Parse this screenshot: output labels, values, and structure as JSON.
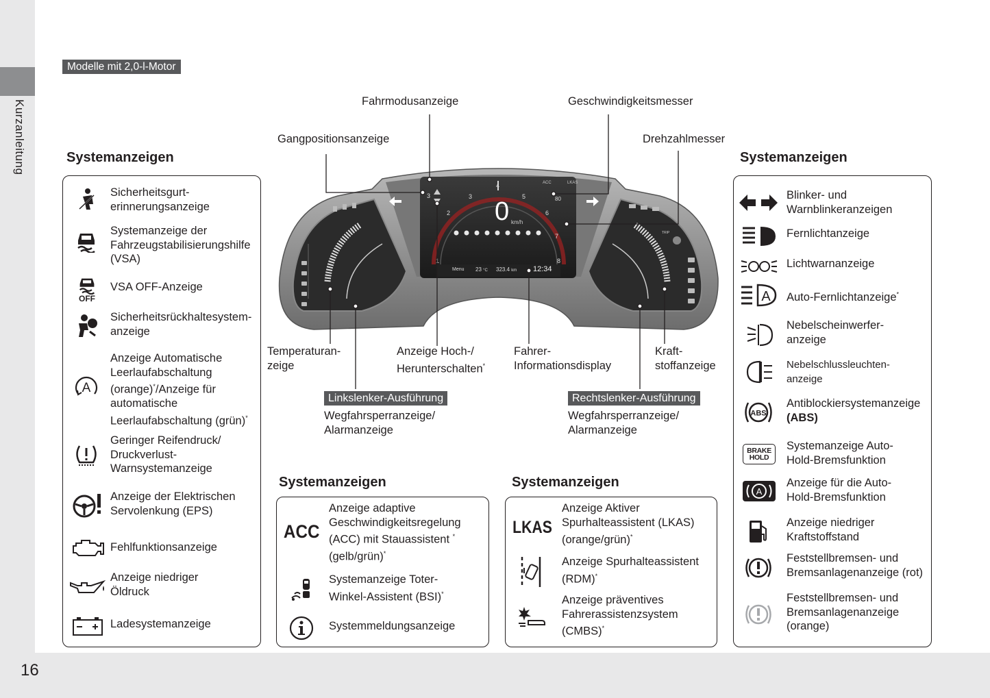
{
  "page": {
    "number": "16",
    "side_label": "Kurzanleitung",
    "model_label": "Modelle mit 2,0-l-Motor"
  },
  "callouts": {
    "fahrmodus": "Fahrmodusanzeige",
    "geschwindigkeit": "Geschwindigkeitsmesser",
    "gangposition": "Gangpositionsanzeige",
    "drehzahl": "Drehzahlmesser",
    "temperatur": [
      "Temperaturan-",
      "zeige"
    ],
    "hochrunter": [
      "Anzeige Hoch-/",
      "Herunterschalten"
    ],
    "fahrerinfo": [
      "Fahrer-",
      "Informationsdisplay"
    ],
    "kraftstoff": [
      "Kraft-",
      "stoffanzeige"
    ],
    "links_region": "Linkslenker-Ausführung",
    "rechts_region": "Rechtslenker-Ausführung",
    "links_wegfahr": [
      "Wegfahrsperranzeige/",
      "Alarmanzeige"
    ],
    "rechts_wegfahr": [
      "Wegfahrsperranzeige/",
      "Alarmanzeige"
    ]
  },
  "cluster": {
    "speed": "0",
    "speed_unit": "km/h",
    "menu": "Menu",
    "temp": "23",
    "temp_unit": "°C",
    "odo": "323.4",
    "odo_unit": "km",
    "clock": "12:34",
    "acc": "ACC",
    "lkas": "LKAS",
    "gear": "3",
    "tacho_ticks": [
      "1",
      "2",
      "3",
      "4",
      "5",
      "6",
      "7",
      "8"
    ],
    "trip": "TRIP",
    "set_speed": "80"
  },
  "left_box": {
    "title": "Systemanzeigen",
    "items": [
      {
        "icon": "seatbelt-icon",
        "lines": [
          "Sicherheitsgurt-",
          "erinnerungsanzeige"
        ]
      },
      {
        "icon": "vsa-icon",
        "lines": [
          "Systemanzeige der",
          "Fahrzeugstabilisierungshilfe",
          "(VSA)"
        ]
      },
      {
        "icon": "vsa-off-icon",
        "icon_text": "OFF",
        "lines": [
          "VSA OFF-Anzeige"
        ]
      },
      {
        "icon": "airbag-icon",
        "lines": [
          "Sicherheitsrückhaltesystem-",
          "anzeige"
        ]
      },
      {
        "icon": "auto-idle-stop-icon",
        "lines": [
          "Anzeige Automatische",
          "Leerlaufabschaltung",
          "(orange)*/Anzeige für",
          "automatische",
          "Leerlaufabschaltung (grün)*"
        ]
      },
      {
        "icon": "tire-pressure-icon",
        "lines": [
          "Geringer Reifendruck/",
          "Druckverlust-",
          "Warnsystemanzeige"
        ]
      },
      {
        "icon": "eps-icon",
        "lines": [
          "Anzeige der Elektrischen",
          "Servolenkung (EPS)"
        ]
      },
      {
        "icon": "engine-icon",
        "lines": [
          "Fehlfunktionsanzeige"
        ]
      },
      {
        "icon": "oil-can-icon",
        "lines": [
          "Anzeige niedriger",
          "Öldruck"
        ]
      },
      {
        "icon": "battery-icon",
        "lines": [
          "Ladesystemanzeige"
        ]
      }
    ]
  },
  "mid_left_box": {
    "title": "Systemanzeigen",
    "items": [
      {
        "icon": "acc-icon",
        "icon_text": "ACC",
        "lines": [
          "Anzeige adaptive",
          "Geschwindigkeitsregelung",
          "(ACC) mit Stauassistent *",
          "(gelb/grün)*"
        ]
      },
      {
        "icon": "blind-spot-icon",
        "lines": [
          "Systemanzeige Toter-",
          "Winkel-Assistent (BSI)*"
        ]
      },
      {
        "icon": "info-icon",
        "lines": [
          "Systemmeldungsanzeige"
        ]
      }
    ]
  },
  "mid_right_box": {
    "title": "Systemanzeigen",
    "items": [
      {
        "icon": "lkas-icon",
        "icon_text": "LKAS",
        "lines": [
          "Anzeige Aktiver",
          "Spurhalteassistent (LKAS)",
          "(orange/grün)*"
        ]
      },
      {
        "icon": "rdm-icon",
        "lines": [
          "Anzeige Spurhalteassistent",
          "(RDM)*"
        ]
      },
      {
        "icon": "cmbs-icon",
        "lines": [
          "Anzeige präventives",
          "Fahrerassistenzsystem",
          "(CMBS)*"
        ]
      }
    ]
  },
  "right_box": {
    "title": "Systemanzeigen",
    "items": [
      {
        "icon": "turn-signal-icon",
        "lines": [
          "Blinker- und",
          "Warnblinkeranzeigen"
        ]
      },
      {
        "icon": "high-beam-icon",
        "lines": [
          "Fernlichtanzeige"
        ]
      },
      {
        "icon": "lights-on-icon",
        "lines": [
          "Lichtwarnanzeige"
        ]
      },
      {
        "icon": "auto-high-beam-icon",
        "lines": [
          "Auto-Fernlichtanzeige*"
        ]
      },
      {
        "icon": "fog-light-icon",
        "lines": [
          "Nebelscheinwerfer-",
          "anzeige"
        ]
      },
      {
        "icon": "rear-fog-icon",
        "lines": [
          "Nebelschlussleuchten-",
          "anzeige"
        ]
      },
      {
        "icon": "abs-icon",
        "icon_text": "ABS",
        "lines": [
          "Antiblockiersystemanzeige",
          "(ABS)"
        ]
      },
      {
        "icon": "brake-hold-icon",
        "icon_text": [
          "BRAKE",
          "HOLD"
        ],
        "lines": [
          "Systemanzeige Auto-",
          "Hold-Bremsfunktion"
        ]
      },
      {
        "icon": "auto-hold-icon",
        "icon_text": "A",
        "lines": [
          "Anzeige für die Auto-",
          "Hold-Bremsfunktion"
        ]
      },
      {
        "icon": "fuel-icon",
        "lines": [
          "Anzeige niedriger",
          "Kraftstoffstand"
        ]
      },
      {
        "icon": "brake-red-icon",
        "icon_text": "!",
        "lines": [
          "Feststellbremsen- und",
          "Bremsanlagenanzeige (rot)"
        ]
      },
      {
        "icon": "brake-orange-icon",
        "icon_text": "!",
        "lines": [
          "Feststellbremsen- und",
          "Bremsanlagenanzeige",
          "(orange)"
        ]
      }
    ]
  }
}
